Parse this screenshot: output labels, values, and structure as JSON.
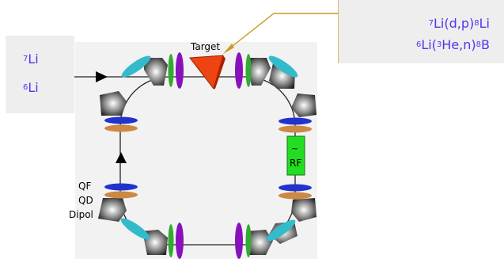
{
  "source_box": {
    "lines": [
      {
        "sup": "7",
        "text": "Li"
      },
      {
        "sup": "6",
        "text": "Li"
      }
    ]
  },
  "reaction_box": {
    "line1": {
      "s1": "7",
      "t1": "Li(d,p)",
      "s2": "8",
      "t2": "Li"
    },
    "line2": {
      "s1": "6",
      "t1": "Li(",
      "s2": "3",
      "t2": "He,n)",
      "s3": "8",
      "t3": "B"
    }
  },
  "labels": {
    "target": "Target",
    "rf": "RF",
    "rf_symbol": "~",
    "legend": [
      "QF",
      "QD",
      "Dipol"
    ]
  },
  "colors": {
    "ion_label": "#5533ee",
    "box_bg": "#eeeeee",
    "ring_bg": "#f2f2f2",
    "qf": "#2233cc",
    "qd": "#cc8844",
    "dipole": "#222222",
    "violet_lens": "#8811bb",
    "green_lens": "#33aa33",
    "cyan_lens": "#33bbcc",
    "target": "#ee4411",
    "rf": "#22dd22",
    "pointer": "#cc9922"
  }
}
